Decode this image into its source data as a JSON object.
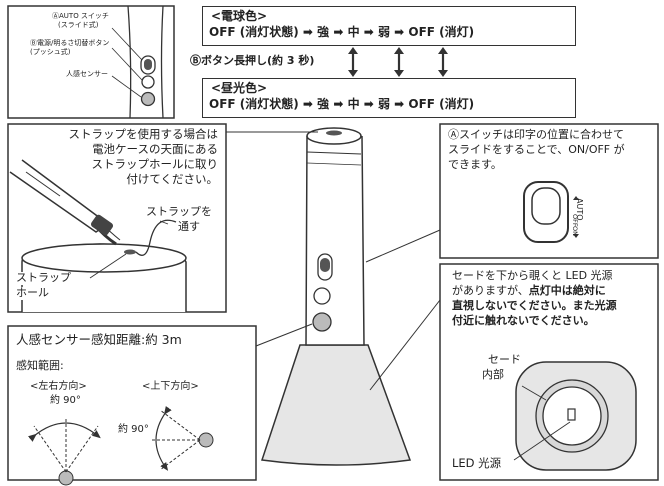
{
  "inset": {
    "label_auto": "ⒶAUTO スイッチ",
    "label_auto_sub": "(スライド式)",
    "label_power": "Ⓑ電源/明るさ切替ボタン",
    "label_power_sub": "(プッシュ式)",
    "label_sensor": "人感センサー"
  },
  "modes": {
    "warm_title": "<電球色>",
    "warm_sequence": "OFF (消灯状態) ➡ 強 ➡ 中 ➡ 弱 ➡ OFF (消灯)",
    "long_press": "Ⓑボタン長押し(約 3 秒)",
    "day_title": "<昼光色>",
    "day_sequence": "OFF (消灯状態) ➡ 強 ➡ 中 ➡ 弱 ➡ OFF (消灯)"
  },
  "strap": {
    "note_line1": "ストラップを使用する場合は",
    "note_line2": "電池ケースの天面にある",
    "note_line3": "ストラップホールに取り",
    "note_line4": "付けてください。",
    "pass_label_1": "ストラップを",
    "pass_label_2": "通す",
    "hole_label_1": "ストラップ",
    "hole_label_2": "ホール"
  },
  "switch_note": {
    "line1": "Ⓐスイッチは印字の位置に合わせて",
    "line2": "スライドをすることで、ON/OFF が",
    "line3": "できます。",
    "switch_top": "AUTO",
    "switch_mid": "OFF",
    "switch_bottom": "ON"
  },
  "led_note": {
    "line1": "セードを下から覗くと LED 光源",
    "line2_a": "がありますが、",
    "line2_b": "点灯中は絶対に",
    "line3": "直視しないでください。また光源",
    "line4": "付近に触れないでください。",
    "shade_label_1": "セード",
    "shade_label_2": "内部",
    "led_label": "LED 光源"
  },
  "sensor": {
    "distance": "人感センサー感知距離:約 3m",
    "range_title": "感知範囲:",
    "horizontal_title": "<左右方向>",
    "horizontal_angle": "約 90°",
    "vertical_title": "<上下方向>",
    "vertical_angle": "約 90°"
  },
  "colors": {
    "stroke": "#333333",
    "shade": "#e6e6e6",
    "ring": "#cccccc"
  }
}
